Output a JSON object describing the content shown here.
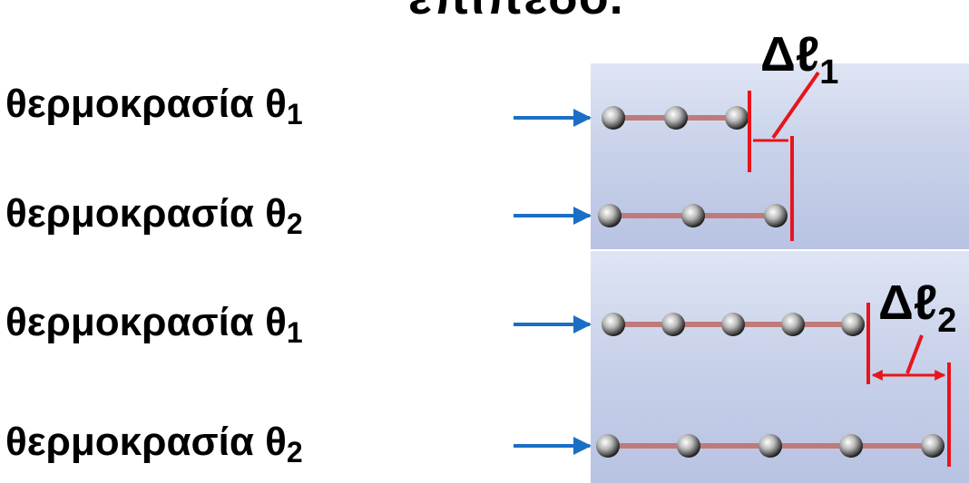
{
  "title": "επιπεδο.",
  "rows": [
    {
      "label": "θερμοκρασία θ",
      "subscript": "1"
    },
    {
      "label": "θερμοκρασία θ",
      "subscript": "2"
    },
    {
      "label": "θερμοκρασία θ",
      "subscript": "1"
    },
    {
      "label": "θερμοκρασία θ",
      "subscript": "2"
    }
  ],
  "deltas": [
    {
      "symbol": "Δℓ",
      "subscript": "1"
    },
    {
      "symbol": "Δℓ",
      "subscript": "2"
    }
  ],
  "colors": {
    "arrow": "#1a6fc4",
    "marker": "#e8141c",
    "rod": "#c07a7a",
    "panel": "#c9d2ea"
  }
}
